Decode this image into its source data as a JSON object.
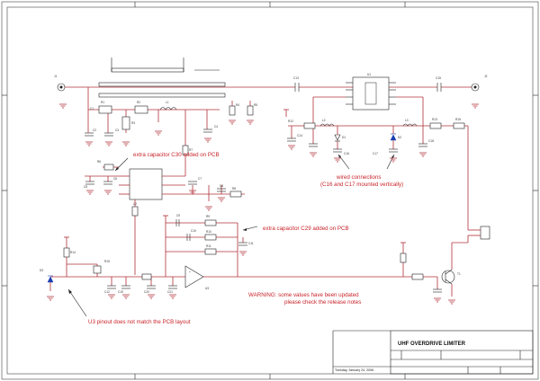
{
  "notes": {
    "c30": "extra capacitor C30 added on PCB",
    "wired_1": "wired connections",
    "wired_2": "(C16 and C17 mounted vertically)",
    "c29": "extra capacitor C29 added on PCB",
    "warning_1": "WARNING: some values have been updated",
    "warning_2": "please check the release notes",
    "u3": "U3 pinout does not match the PCB layout"
  },
  "title_block": {
    "title": "UHF OVERDRIVE LIMITER",
    "date": "Tuesday, January 24, 2006"
  },
  "labels": {
    "u1": "U1",
    "u2": "U2",
    "u3": "U3",
    "t1": "T1",
    "c1": "C1",
    "c2": "C2",
    "c3": "C3",
    "c4": "C4",
    "c5": "C5",
    "c6": "C6",
    "c7": "C7",
    "c8": "C8",
    "c9": "C9",
    "c10": "C10",
    "c11": "C11",
    "c12": "C12",
    "c13": "C13",
    "c14": "C14",
    "c15": "C15",
    "c16": "C16",
    "c17": "C17",
    "c18": "C18",
    "c19": "C19",
    "c20": "C20",
    "c21": "C21",
    "r1": "R1",
    "r2": "R2",
    "r3": "R3",
    "r4": "R4",
    "r5": "R5",
    "r6": "R6",
    "r7": "R7",
    "r8": "R8",
    "r9": "R9",
    "r10": "R10",
    "r11": "R11",
    "r12": "R12",
    "r13": "R13",
    "r14": "R14",
    "r15": "R15",
    "l1": "L1",
    "l2": "L2",
    "l3": "L3",
    "d1": "D1",
    "d2": "D2",
    "d3": "D3",
    "j1": "J1",
    "j2": "J2"
  }
}
